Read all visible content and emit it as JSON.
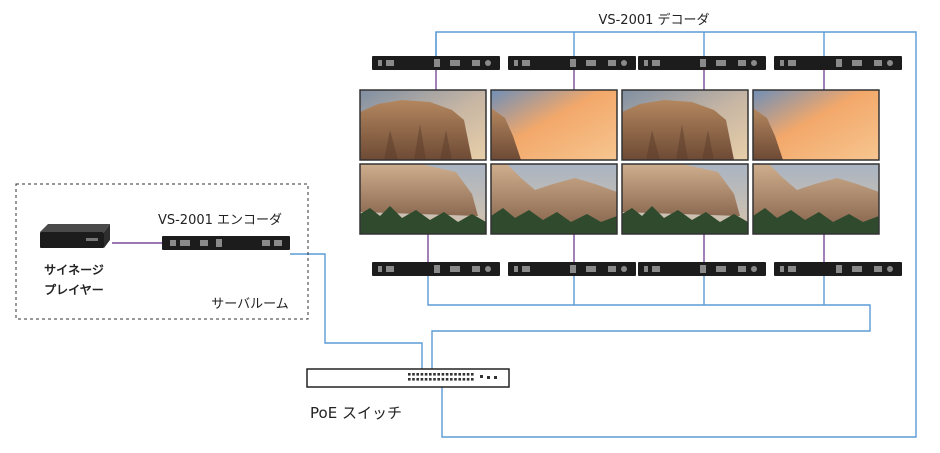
{
  "labels": {
    "decoder_title": "VS-2001 デコーダ",
    "encoder_title": "VS-2001 エンコーダ",
    "player_line1": "サイネージ",
    "player_line2": "プレイヤー",
    "server_room": "サーバルーム",
    "poe_switch": "PoE スイッチ"
  },
  "colors": {
    "network_line": "#5b9bd5",
    "video_line": "#7a4a9a",
    "device_body": "#1c1c1c",
    "dashed_border": "#333333"
  },
  "icons": {
    "player": "signage-player-icon",
    "encoder": "encoder-device-icon",
    "decoder": "decoder-device-icon",
    "switch": "poe-switch-icon",
    "display": "display-screen-icon"
  }
}
